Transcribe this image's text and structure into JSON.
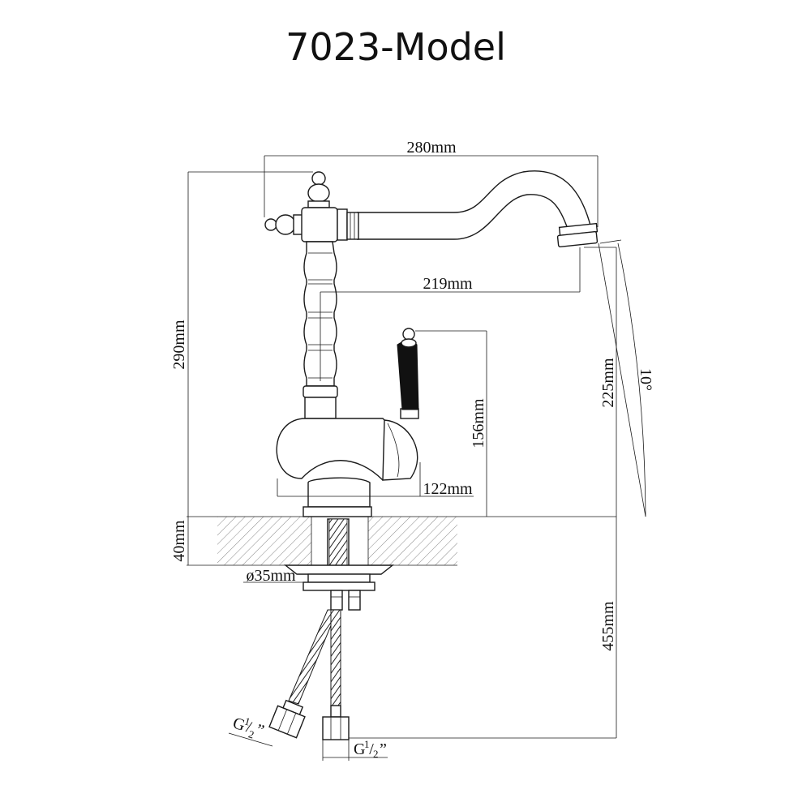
{
  "title": "7023-Model",
  "dimensions": {
    "overall_reach": "280mm",
    "spout_reach": "219mm",
    "overall_height": "290mm",
    "spout_height": "225mm",
    "handle_height": "156mm",
    "body_width": "122mm",
    "deck_thickness": "40mm",
    "hole_diameter": "ø35mm",
    "hose_length": "455mm",
    "swivel_angle": "10°"
  },
  "connections": {
    "left": {
      "prefix": "G",
      "num": "1",
      "den": "2",
      "suffix": "”"
    },
    "right": {
      "prefix": "G",
      "num": "1",
      "den": "2",
      "suffix": "”"
    }
  }
}
